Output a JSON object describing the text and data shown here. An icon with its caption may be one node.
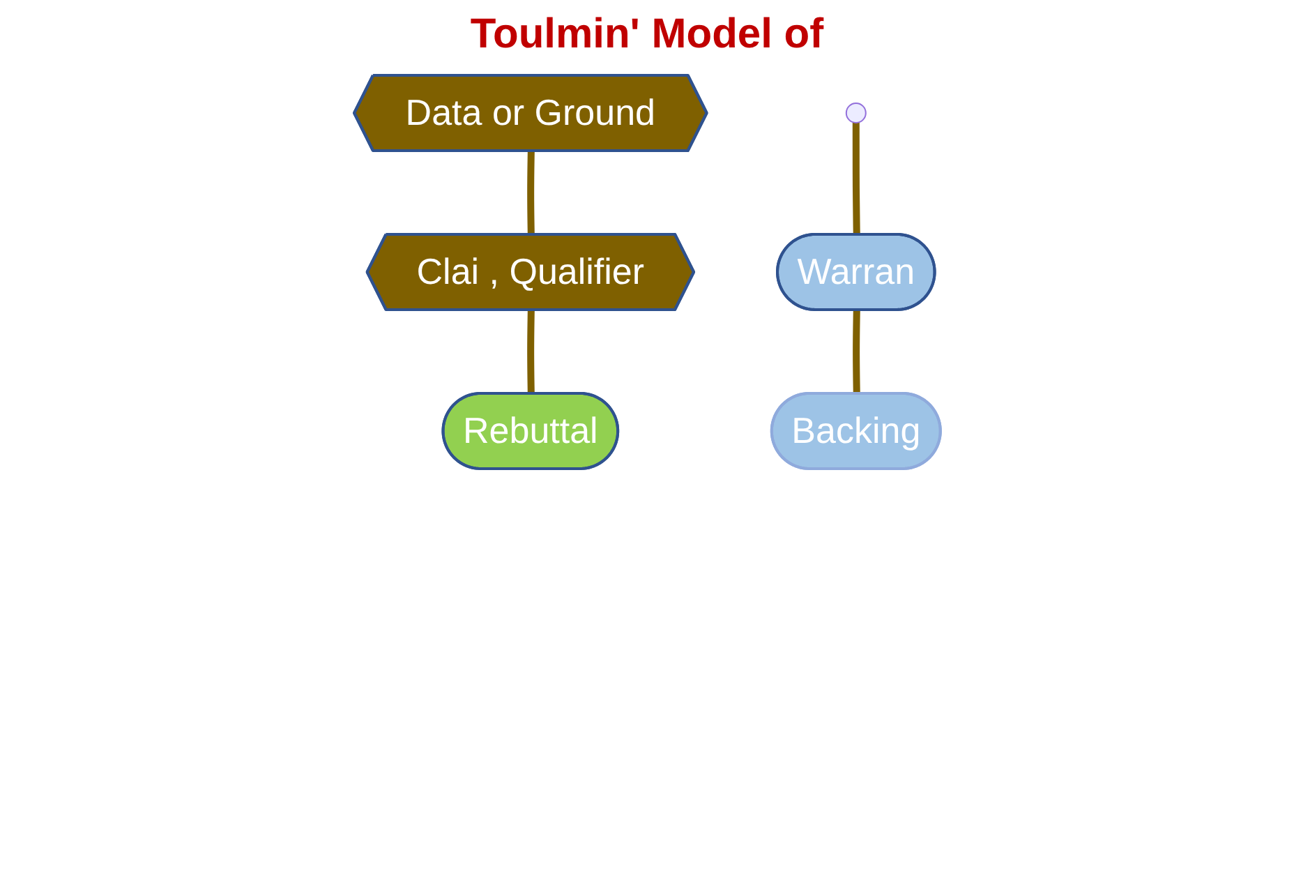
{
  "diagram": {
    "title": "Toulmin' Model of",
    "nodes": [
      {
        "text": [
          "Data or Ground"
        ]
      },
      {
        "text": [
          "Clai , Qualifier"
        ]
      },
      {
        "text": [
          "Warran"
        ]
      },
      {
        "text": [
          "Backing"
        ]
      },
      {
        "text": [
          "Rebuttal"
        ]
      }
    ],
    "edges": [
      {
        "from": 0,
        "to": 1,
        "arrow": "none"
      },
      {
        "from": null,
        "to": 2,
        "arrow": "none"
      },
      {
        "from": 2,
        "to": 3,
        "arrow": "none"
      },
      {
        "from": 1,
        "to": 4,
        "arrow": "none"
      }
    ]
  }
}
